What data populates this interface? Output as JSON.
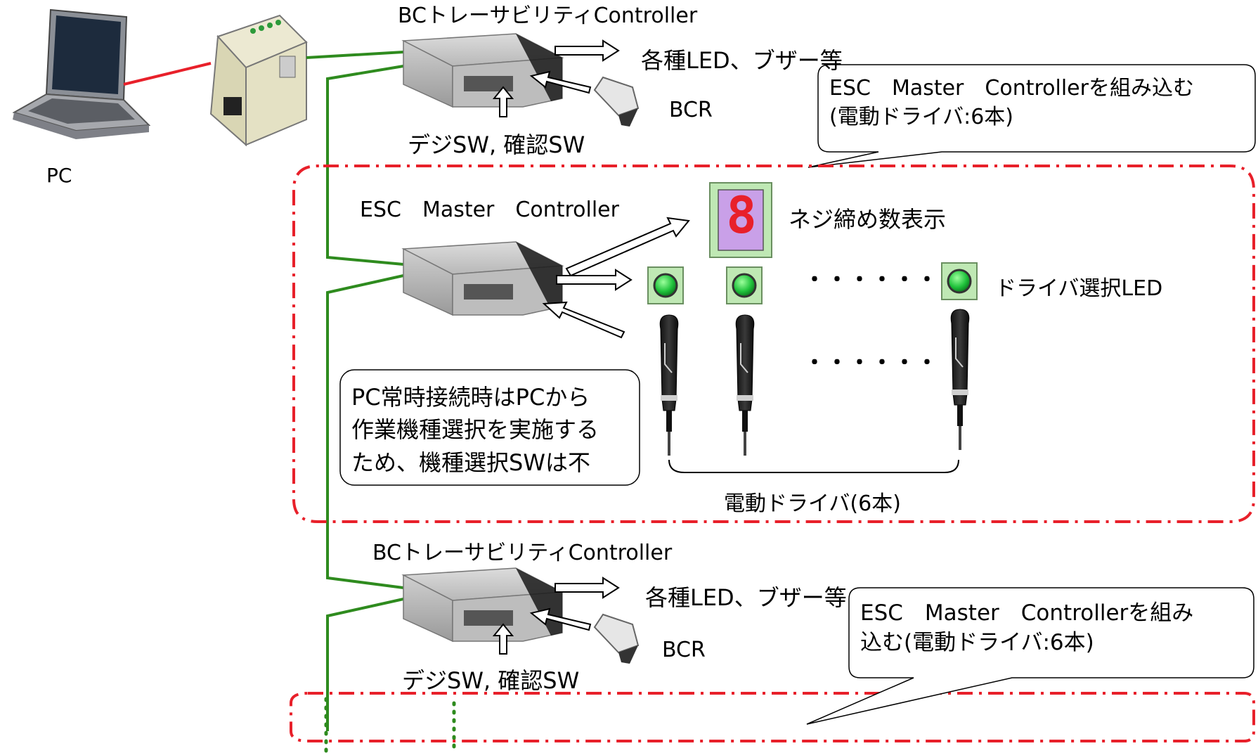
{
  "pc_label": "PC",
  "controller_top": {
    "title": "BCトレーサビリティController",
    "outputs": "各種LED、ブザー等",
    "bcr": "BCR",
    "switches": "デジSW, 確認SW"
  },
  "callout_top": {
    "line1": "ESC　Master　Controllerを組み込む",
    "line2": "(電動ドライバ:6本)"
  },
  "esc_master": {
    "title": "ESC　Master　Controller",
    "count_display_label": "ネジ締め数表示",
    "display_digit": "8",
    "driver_select_led_label": "ドライバ選択LED",
    "ellipsis": "・・・・・・",
    "drivers_label": "電動ドライバ(6本)"
  },
  "note": {
    "line1": "PC常時接続時はPCから",
    "line2": "作業機種選択を実施する",
    "line3": "ため、機種選択SWは不"
  },
  "controller_bottom": {
    "title": "BCトレーサビリティController",
    "outputs": "各種LED、ブザー等",
    "bcr": "BCR",
    "switches": "デジSW, 確認SW"
  },
  "callout_bottom": {
    "line1": "ESC　Master　Controllerを組み",
    "line2": "込む(電動ドライバ:6本)"
  },
  "colors": {
    "green_wire": "#2e8b1e",
    "red_wire": "#e8202a",
    "dash_box": "#e8202a",
    "led": "#2fd14a",
    "display_bg": "#c9a0e8"
  }
}
